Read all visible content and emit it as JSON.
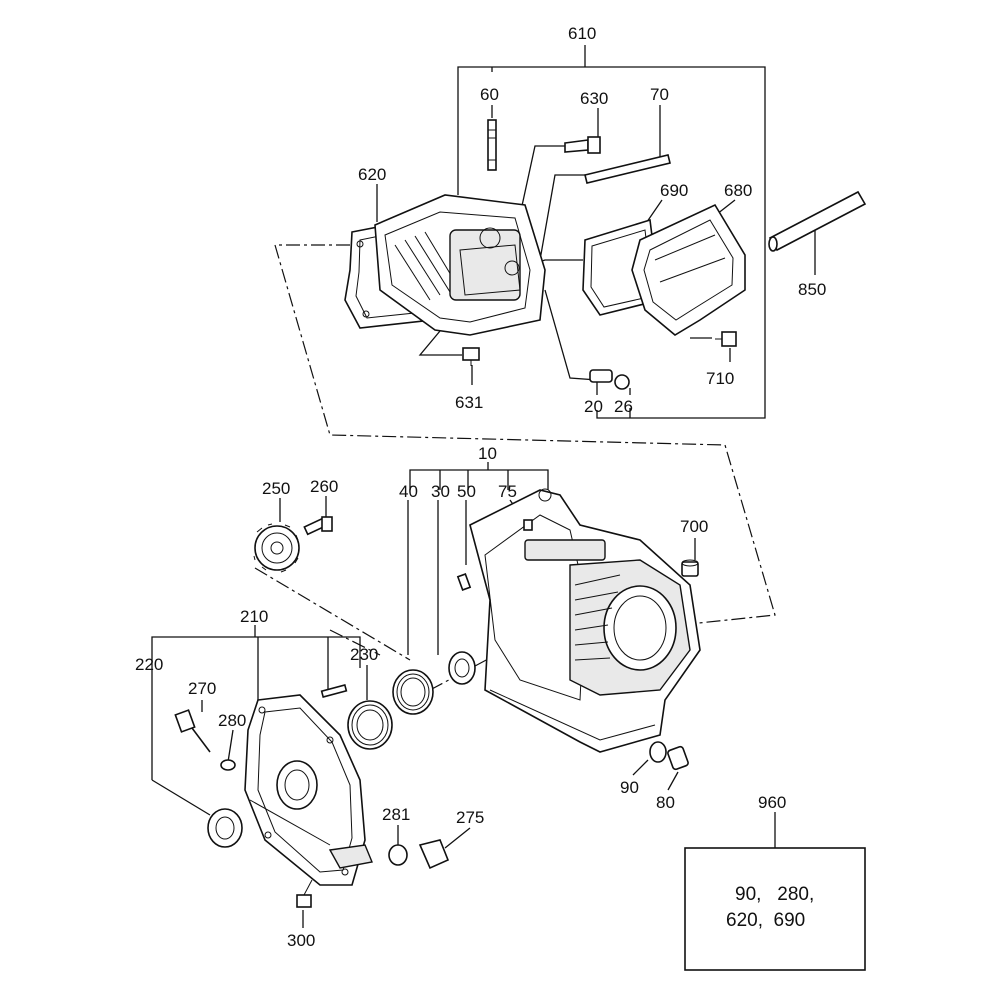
{
  "callouts": {
    "c610": "610",
    "c60": "60",
    "c630": "630",
    "c70": "70",
    "c620": "620",
    "c690": "690",
    "c680": "680",
    "c850": "850",
    "c631": "631",
    "c20": "20",
    "c26": "26",
    "c710": "710",
    "c10": "10",
    "c40": "40",
    "c30": "30",
    "c50": "50",
    "c75": "75",
    "c250": "250",
    "c260": "260",
    "c700": "700",
    "c210": "210",
    "c220": "220",
    "c230": "230",
    "c270": "270",
    "c280": "280",
    "c90": "90",
    "c80": "80",
    "c281": "281",
    "c275": "275",
    "c300": "300",
    "c960": "960"
  },
  "kit_box": {
    "line1": "90,   280,",
    "line2": "620,  690"
  }
}
